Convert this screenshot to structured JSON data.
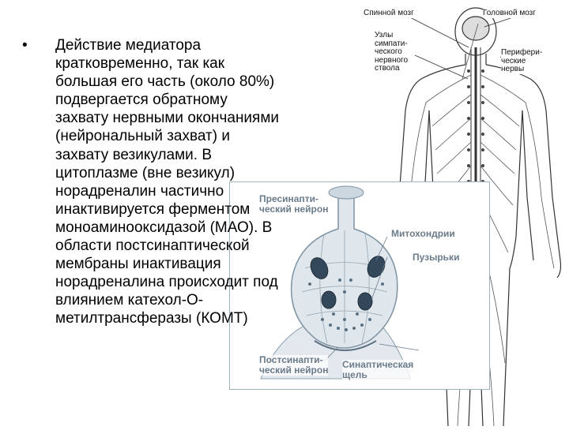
{
  "slide": {
    "bullet_symbol": "•",
    "bullet_text": "Действие медиатора\nкратковременно, так как\nбольшая его часть (около 80%)\nподвергается  обратному\nзахвату нервными окончаниями\n(нейрональный захват)   и\nзахвату везикулами. В\nцитоплазме (вне везикул)\nнорадреналин частично\nинактивируется ферментом\nмоноаминооксидазой (МАО). В\nобласти постсинаптической\nмембраны инактивация\nнорадреналина происходит под\nвлиянием катехол-О-\nметилтрансферазы (КОМТ)"
  },
  "body_figure": {
    "spinal_cord": "Спинной мозг",
    "brain": "Головной мозг",
    "sympathetic_ganglia": "Узлы\nсимпати-\nческого\nнервного\nствола",
    "peripheral_nerves": "Перифери-\nческие\nнервы"
  },
  "synapse_figure": {
    "presynaptic": "Пресинапти-\nческий нейрон",
    "mitochondria": "Митохондрии",
    "vesicles": "Пузырьки",
    "postsynaptic": "Постсинапти-\nческий нейрон",
    "cleft": "Синаптическая\nщель"
  }
}
